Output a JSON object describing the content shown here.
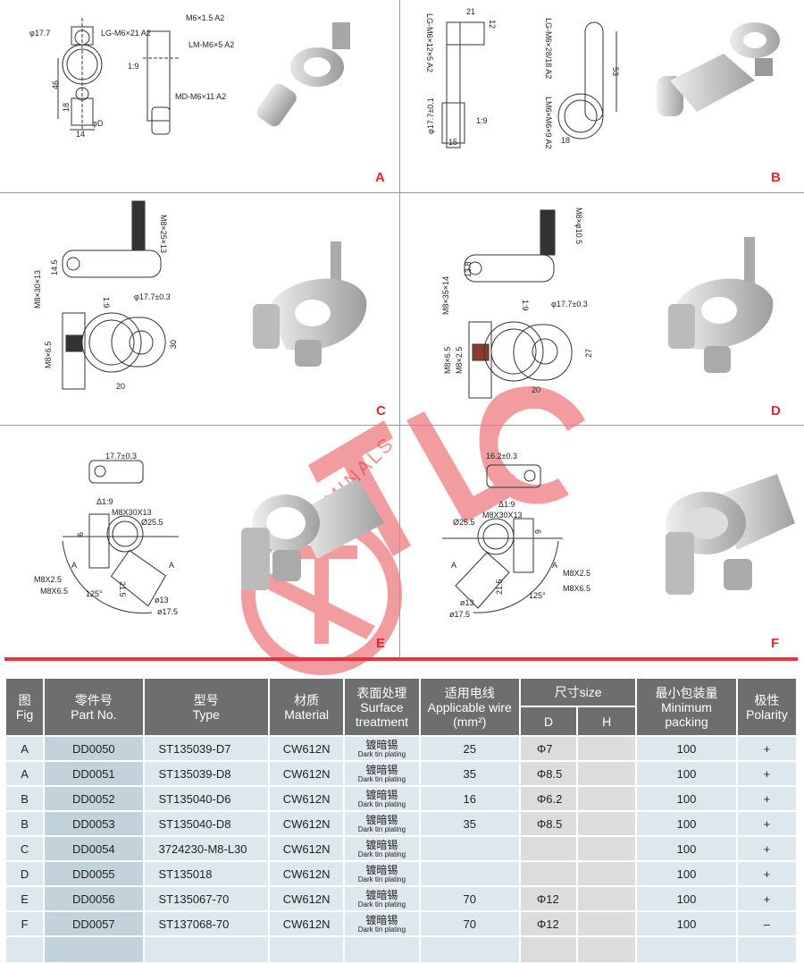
{
  "panels": {
    "A": {
      "letter": "A",
      "labels": [
        "φ17.7",
        "LG-M6×21 A2",
        "M6×1.5 A2",
        "LM-M6×5 A2",
        "1:9",
        "46",
        "18",
        "φD",
        "14",
        "MD-M6×11 A2"
      ]
    },
    "B": {
      "letter": "B",
      "labels": [
        "21",
        "12",
        "LG-M6×12×5 A2",
        "φ17.7±0.1",
        "1:9",
        "15",
        "LG-M6×28/18 A2",
        "53",
        "LM6×M6×9 A2",
        "18"
      ]
    },
    "C": {
      "letter": "C",
      "labels": [
        "M8×25×13",
        "14.5",
        "M8×30×13",
        "1:9",
        "φ17.7±0.3",
        "M8×6.5",
        "30",
        "20"
      ]
    },
    "D": {
      "letter": "D",
      "labels": [
        "M8×φ10.5",
        "13.8",
        "M8×35×14",
        "1:9",
        "φ17.7±0.3",
        "M8×6.5",
        "M8×2.5",
        "27",
        "20"
      ]
    },
    "E": {
      "letter": "E",
      "labels": [
        "17.7±0.3",
        "Δ1:9",
        "M8X30X13",
        "Ø25.5",
        "6",
        "A",
        "A",
        "M8X2.5",
        "M8X6.5",
        "125°",
        "21.5",
        "ø13",
        "ø17.5"
      ]
    },
    "F": {
      "letter": "F",
      "labels": [
        "16.2±0.3",
        "Δ1:9",
        "M8X30X13",
        "Ø25.5",
        "6",
        "A",
        "A",
        "M8X2.5",
        "M8X6.5",
        "125°",
        "21.5",
        "ø13",
        "ø17.5"
      ]
    }
  },
  "watermark": {
    "brand": "TLC",
    "sub": "TERMINALS"
  },
  "table": {
    "headers": {
      "fig": [
        "图",
        "Fig"
      ],
      "part": [
        "零件号",
        "Part No."
      ],
      "type": [
        "型号",
        "Type"
      ],
      "material": [
        "材质",
        "Material"
      ],
      "surface": [
        "表面处理",
        "Surface",
        "treatment"
      ],
      "wire": [
        "适用电线",
        "Applicable wire",
        "(mm²)"
      ],
      "size": "尺寸size",
      "d": "D",
      "h": "H",
      "packing": [
        "最小包装量",
        "Minimum",
        "packing"
      ],
      "polarity": [
        "极性",
        "Polarity"
      ]
    },
    "rows": [
      {
        "fig": "A",
        "part": "DD0050",
        "type": "ST135039-D7",
        "material": "CW612N",
        "surface_cn": "镀暗锡",
        "surface_en": "Dark tin plating",
        "wire": "25",
        "d": "Φ7",
        "h": "",
        "packing": "100",
        "polarity": "+"
      },
      {
        "fig": "A",
        "part": "DD0051",
        "type": "ST135039-D8",
        "material": "CW612N",
        "surface_cn": "镀暗锡",
        "surface_en": "Dark tin plating",
        "wire": "35",
        "d": "Φ8.5",
        "h": "",
        "packing": "100",
        "polarity": "+"
      },
      {
        "fig": "B",
        "part": "DD0052",
        "type": "ST135040-D6",
        "material": "CW612N",
        "surface_cn": "镀暗锡",
        "surface_en": "Dark tin plating",
        "wire": "16",
        "d": "Φ6.2",
        "h": "",
        "packing": "100",
        "polarity": "+"
      },
      {
        "fig": "B",
        "part": "DD0053",
        "type": "ST135040-D8",
        "material": "CW612N",
        "surface_cn": "镀暗锡",
        "surface_en": "Dark tin plating",
        "wire": "35",
        "d": "Φ8.5",
        "h": "",
        "packing": "100",
        "polarity": "+"
      },
      {
        "fig": "C",
        "part": "DD0054",
        "type": "3724230-M8-L30",
        "material": "CW612N",
        "surface_cn": "镀暗锡",
        "surface_en": "Dark tin plating",
        "wire": "",
        "d": "",
        "h": "",
        "packing": "100",
        "polarity": "+"
      },
      {
        "fig": "D",
        "part": "DD0055",
        "type": "ST135018",
        "material": "CW612N",
        "surface_cn": "镀暗锡",
        "surface_en": "Dark tin plating",
        "wire": "",
        "d": "",
        "h": "",
        "packing": "100",
        "polarity": "+"
      },
      {
        "fig": "E",
        "part": "DD0056",
        "type": "ST135067-70",
        "material": "CW612N",
        "surface_cn": "镀暗锡",
        "surface_en": "Dark tin plating",
        "wire": "70",
        "d": "Φ12",
        "h": "",
        "packing": "100",
        "polarity": "+"
      },
      {
        "fig": "F",
        "part": "DD0057",
        "type": "ST137068-70",
        "material": "CW612N",
        "surface_cn": "镀暗锡",
        "surface_en": "Dark tin plating",
        "wire": "70",
        "d": "Φ12",
        "h": "",
        "packing": "100",
        "polarity": "–"
      },
      {
        "fig": "",
        "part": "",
        "type": "",
        "material": "",
        "surface_cn": "",
        "surface_en": "",
        "wire": "",
        "d": "",
        "h": "",
        "packing": "",
        "polarity": ""
      }
    ]
  },
  "colors": {
    "accent": "#e5262d",
    "header_bg": "#6d6e70",
    "row_bg": "#dde7ee",
    "part_bg": "#c3d3dc"
  }
}
